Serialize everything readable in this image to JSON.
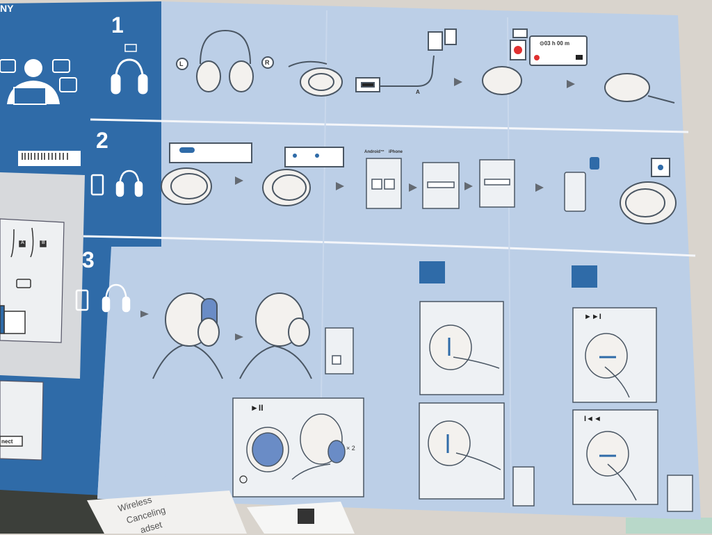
{
  "brand": "NY",
  "steps": [
    {
      "number": "1"
    },
    {
      "number": "2"
    },
    {
      "number": "3"
    }
  ],
  "labels": {
    "left": "L",
    "right": "R",
    "cable_a": "A",
    "cable_b": "B",
    "android": "Android™",
    "iphone": "iPhone",
    "charge_time": "⊙03 h 00 m",
    "times_two": "× 2",
    "play_pause": "►II",
    "next": "►►I",
    "prev": "I◄◄",
    "connect": "nect"
  },
  "booklet": {
    "line1": "Wireless",
    "line2": "Canceling",
    "line3": "adset"
  },
  "colors": {
    "sony_blue": "#2e6aa8",
    "panel": "#b9cde6",
    "card": "#eef1f4",
    "line": "#4a5663",
    "wood": "#d8d3cc"
  }
}
